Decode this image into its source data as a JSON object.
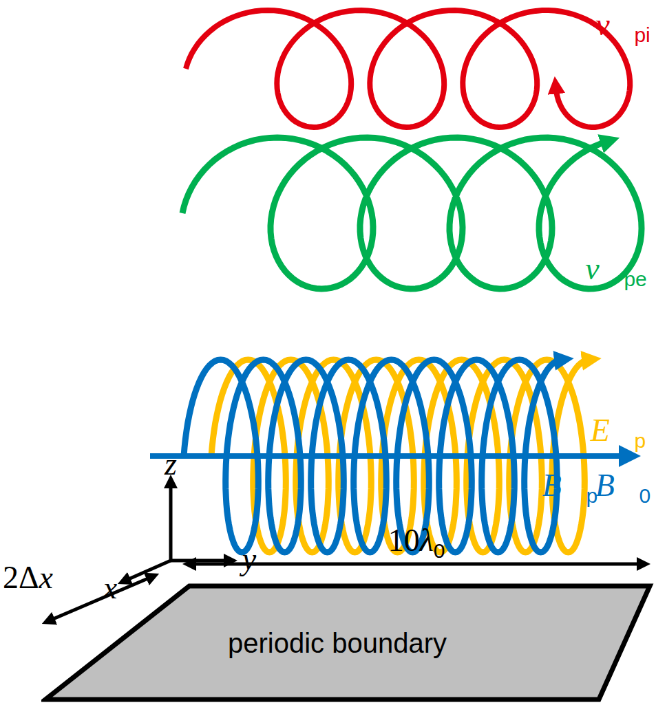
{
  "diagram": {
    "nodes": [
      {
        "text": [
          "periodic boundary"
        ]
      }
    ],
    "labels": [
      "v⃗pi",
      "v⃗pe",
      "E⃗p",
      "B⃗p",
      "B⃗0",
      "z",
      "y",
      "x",
      "10λ0",
      "2Δx"
    ]
  }
}
